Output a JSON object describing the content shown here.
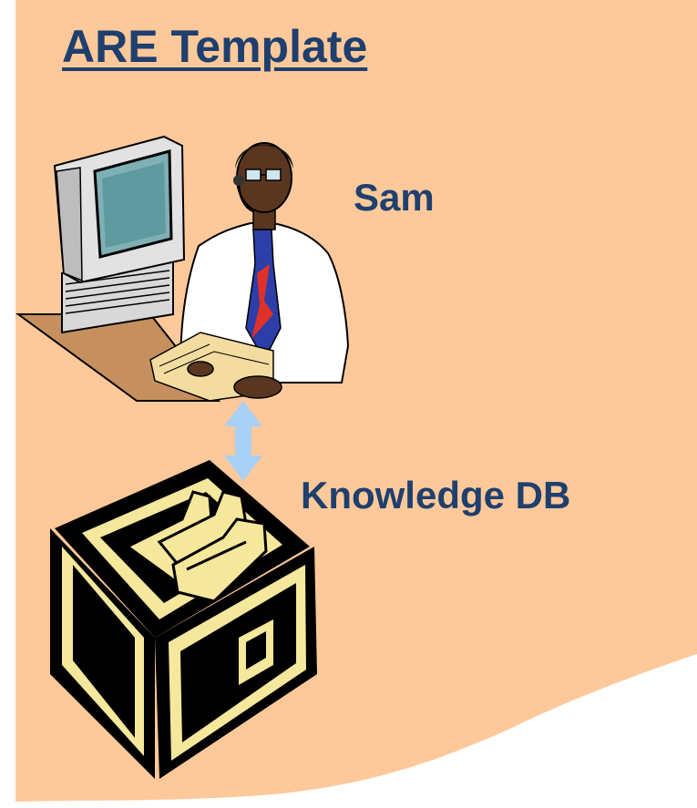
{
  "slide": {
    "title": "ARE Template",
    "person_label": "Sam",
    "database_label": "Knowledge DB"
  },
  "colors": {
    "background": "#fdc99a",
    "text": "#1f3f6e",
    "arrow": "#a9d0f5",
    "cabinet_dark": "#000000",
    "cabinet_light": "#f5e79c"
  },
  "icons": {
    "person": "person-at-computer-icon",
    "arrow": "double-arrow-icon",
    "cabinet": "file-cabinet-icon"
  }
}
